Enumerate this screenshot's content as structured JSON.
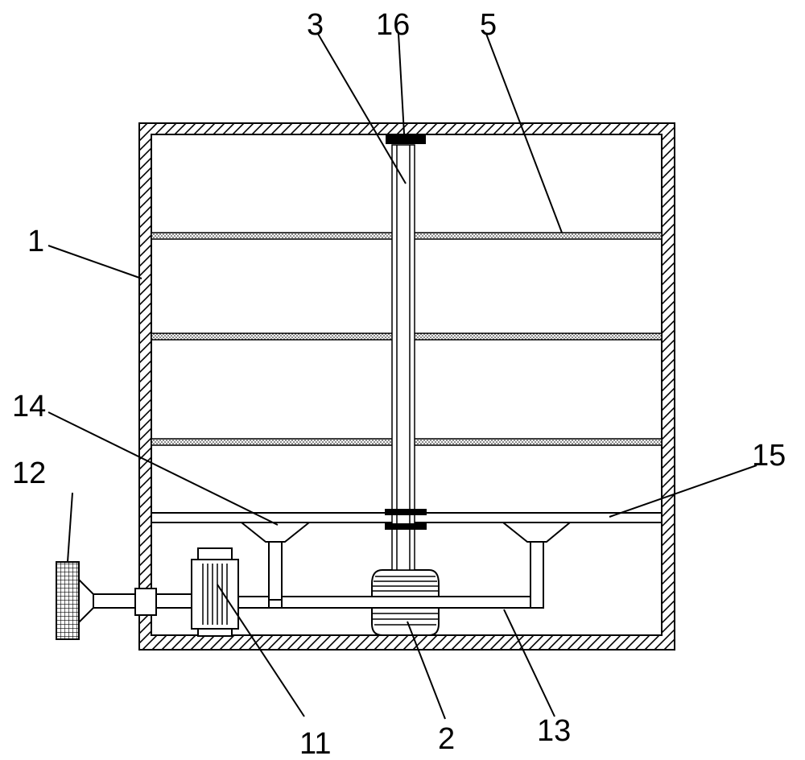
{
  "labels": {
    "l1": "1",
    "l2": "2",
    "l3": "3",
    "l5": "5",
    "l11": "11",
    "l12": "12",
    "l13": "13",
    "l14": "14",
    "l15": "15",
    "l16": "16"
  }
}
